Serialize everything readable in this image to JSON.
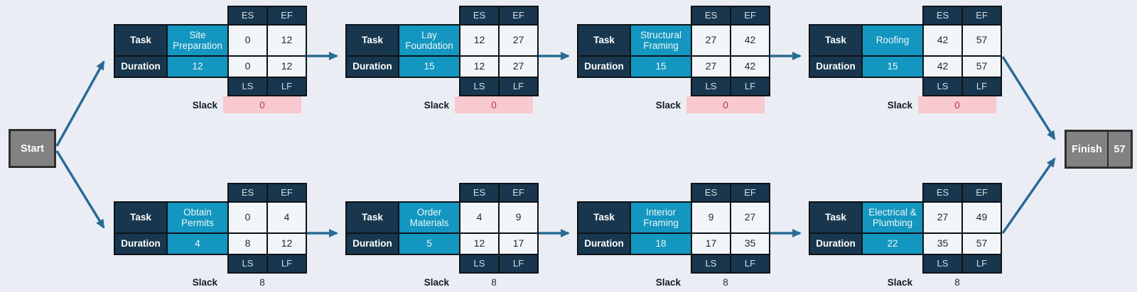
{
  "diagram": {
    "type": "cpm-pert-network",
    "colors": {
      "bg": "#eaeef4",
      "navy": "#18374e",
      "teal": "#1396bf",
      "cell": "#f3f6f9",
      "border": "#0d1218",
      "pink": "#f8c9ce",
      "red": "#b03a48",
      "gray": "#828282",
      "arrow": "#2a6b94",
      "text": "#1c2834"
    },
    "start": {
      "label": "Start"
    },
    "finish": {
      "label": "Finish",
      "value": "57"
    },
    "field_labels": {
      "task": "Task",
      "duration": "Duration",
      "es": "ES",
      "ef": "EF",
      "ls": "LS",
      "lf": "LF",
      "slack": "Slack"
    },
    "tasks": [
      {
        "row": "top",
        "name": "Site Preparation",
        "duration": "12",
        "es": "0",
        "ef": "12",
        "ls": "0",
        "lf": "12",
        "slack": "0",
        "critical": true
      },
      {
        "row": "top",
        "name": "Lay Foundation",
        "duration": "15",
        "es": "12",
        "ef": "27",
        "ls": "12",
        "lf": "27",
        "slack": "0",
        "critical": true
      },
      {
        "row": "top",
        "name": "Structural Framing",
        "duration": "15",
        "es": "27",
        "ef": "42",
        "ls": "27",
        "lf": "42",
        "slack": "0",
        "critical": true
      },
      {
        "row": "top",
        "name": "Roofing",
        "duration": "15",
        "es": "42",
        "ef": "57",
        "ls": "42",
        "lf": "57",
        "slack": "0",
        "critical": true
      },
      {
        "row": "bottom",
        "name": "Obtain Permits",
        "duration": "4",
        "es": "0",
        "ef": "4",
        "ls": "8",
        "lf": "12",
        "slack": "8",
        "critical": false
      },
      {
        "row": "bottom",
        "name": "Order Materials",
        "duration": "5",
        "es": "4",
        "ef": "9",
        "ls": "12",
        "lf": "17",
        "slack": "8",
        "critical": false
      },
      {
        "row": "bottom",
        "name": "Interior Framing",
        "duration": "18",
        "es": "9",
        "ef": "27",
        "ls": "17",
        "lf": "35",
        "slack": "8",
        "critical": false
      },
      {
        "row": "bottom",
        "name": "Electrical & Plumbing",
        "duration": "22",
        "es": "27",
        "ef": "49",
        "ls": "35",
        "lf": "57",
        "slack": "8",
        "critical": false
      }
    ]
  }
}
